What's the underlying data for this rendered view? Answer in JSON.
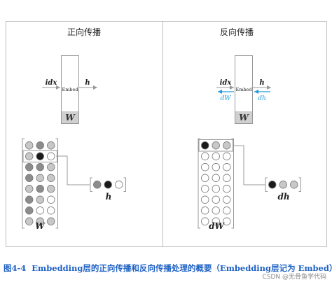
{
  "left_panel": {
    "title": "正向传播",
    "input_label": "idx",
    "output_label": "h",
    "node_label": "Embed",
    "weight_label": "W",
    "matrix_label": "W",
    "vector_label": "h"
  },
  "right_panel": {
    "title": "反向传播",
    "input_label": "idx",
    "output_label": "h",
    "grad_in_label": "dW",
    "grad_out_label": "dh",
    "node_label": "Embed",
    "weight_label": "W",
    "matrix_label": "dW",
    "vector_label": "dh"
  },
  "caption": {
    "number": "图4-4",
    "text": "Embedding层的正向传播和反向传播处理的概要（Embedding层记为 Embed）"
  },
  "watermark": "CSDN @无骨鱼学代码",
  "colors": {
    "panel_border": "#bfbfbf",
    "box_stroke": "#999999",
    "weight_fill": "#d0d0d0",
    "arrow_gray": "#999999",
    "arrow_blue": "#1e9bd7",
    "grad_text": "#1e9bd7",
    "caption_text": "#1f62c4",
    "dark": "#1a1a1a",
    "mid": "#8c8c8c",
    "light": "#c8c8c8",
    "empty": "#ffffff"
  },
  "left_matrix": [
    [
      "light",
      "mid",
      "light"
    ],
    [
      "light",
      "dark",
      "empty"
    ],
    [
      "mid",
      "mid",
      "light"
    ],
    [
      "mid",
      "light",
      "light"
    ],
    [
      "light",
      "mid",
      "light"
    ],
    [
      "mid",
      "light",
      "empty"
    ],
    [
      "mid",
      "empty",
      "empty"
    ],
    [
      "light",
      "light",
      "light"
    ]
  ],
  "left_vector": [
    "mid",
    "dark",
    "empty"
  ],
  "right_matrix": [
    [
      "dark",
      "light",
      "light"
    ],
    [
      "empty",
      "empty",
      "empty"
    ],
    [
      "empty",
      "empty",
      "empty"
    ],
    [
      "empty",
      "empty",
      "empty"
    ],
    [
      "empty",
      "empty",
      "empty"
    ],
    [
      "empty",
      "empty",
      "empty"
    ],
    [
      "empty",
      "empty",
      "empty"
    ],
    [
      "empty",
      "empty",
      "empty"
    ]
  ],
  "right_vector": [
    "dark",
    "light",
    "light"
  ],
  "highlighted_row": 1
}
